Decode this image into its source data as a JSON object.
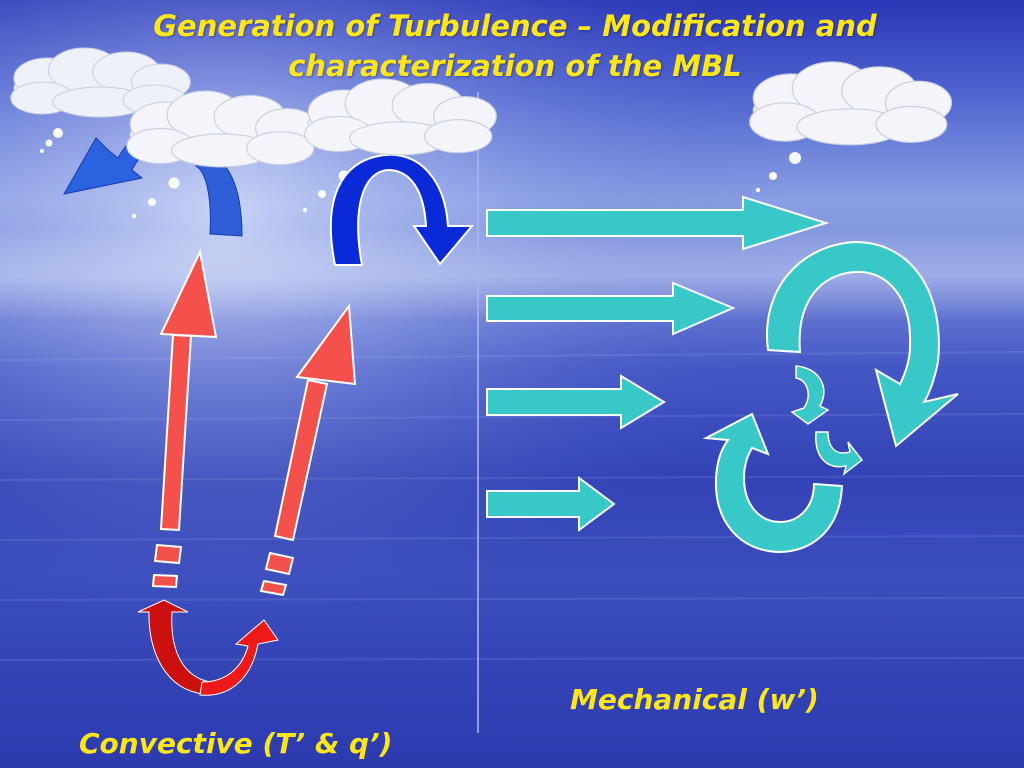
{
  "slide": {
    "title_line1": "Generation of Turbulence – Modification and",
    "title_line2": "characterization of the MBL",
    "mechanical_label": "Mechanical (w’)",
    "convective_label": "Convective (T’ & q’)"
  },
  "colors": {
    "title_text": "#ffe61a",
    "updraft_arrow": "#f4504c",
    "surface_loop_arrow": "#ee1a1a",
    "cloud_return_arrow_left": "#2a62e0",
    "cloud_return_arrow_right": "#0a2ad8",
    "mechanical_arrows": "#38c8c8",
    "cloud": "#eef1f8",
    "divider": "#a8b6e8"
  },
  "icons": [
    "cloud-icon",
    "thought-bubble-dots"
  ]
}
